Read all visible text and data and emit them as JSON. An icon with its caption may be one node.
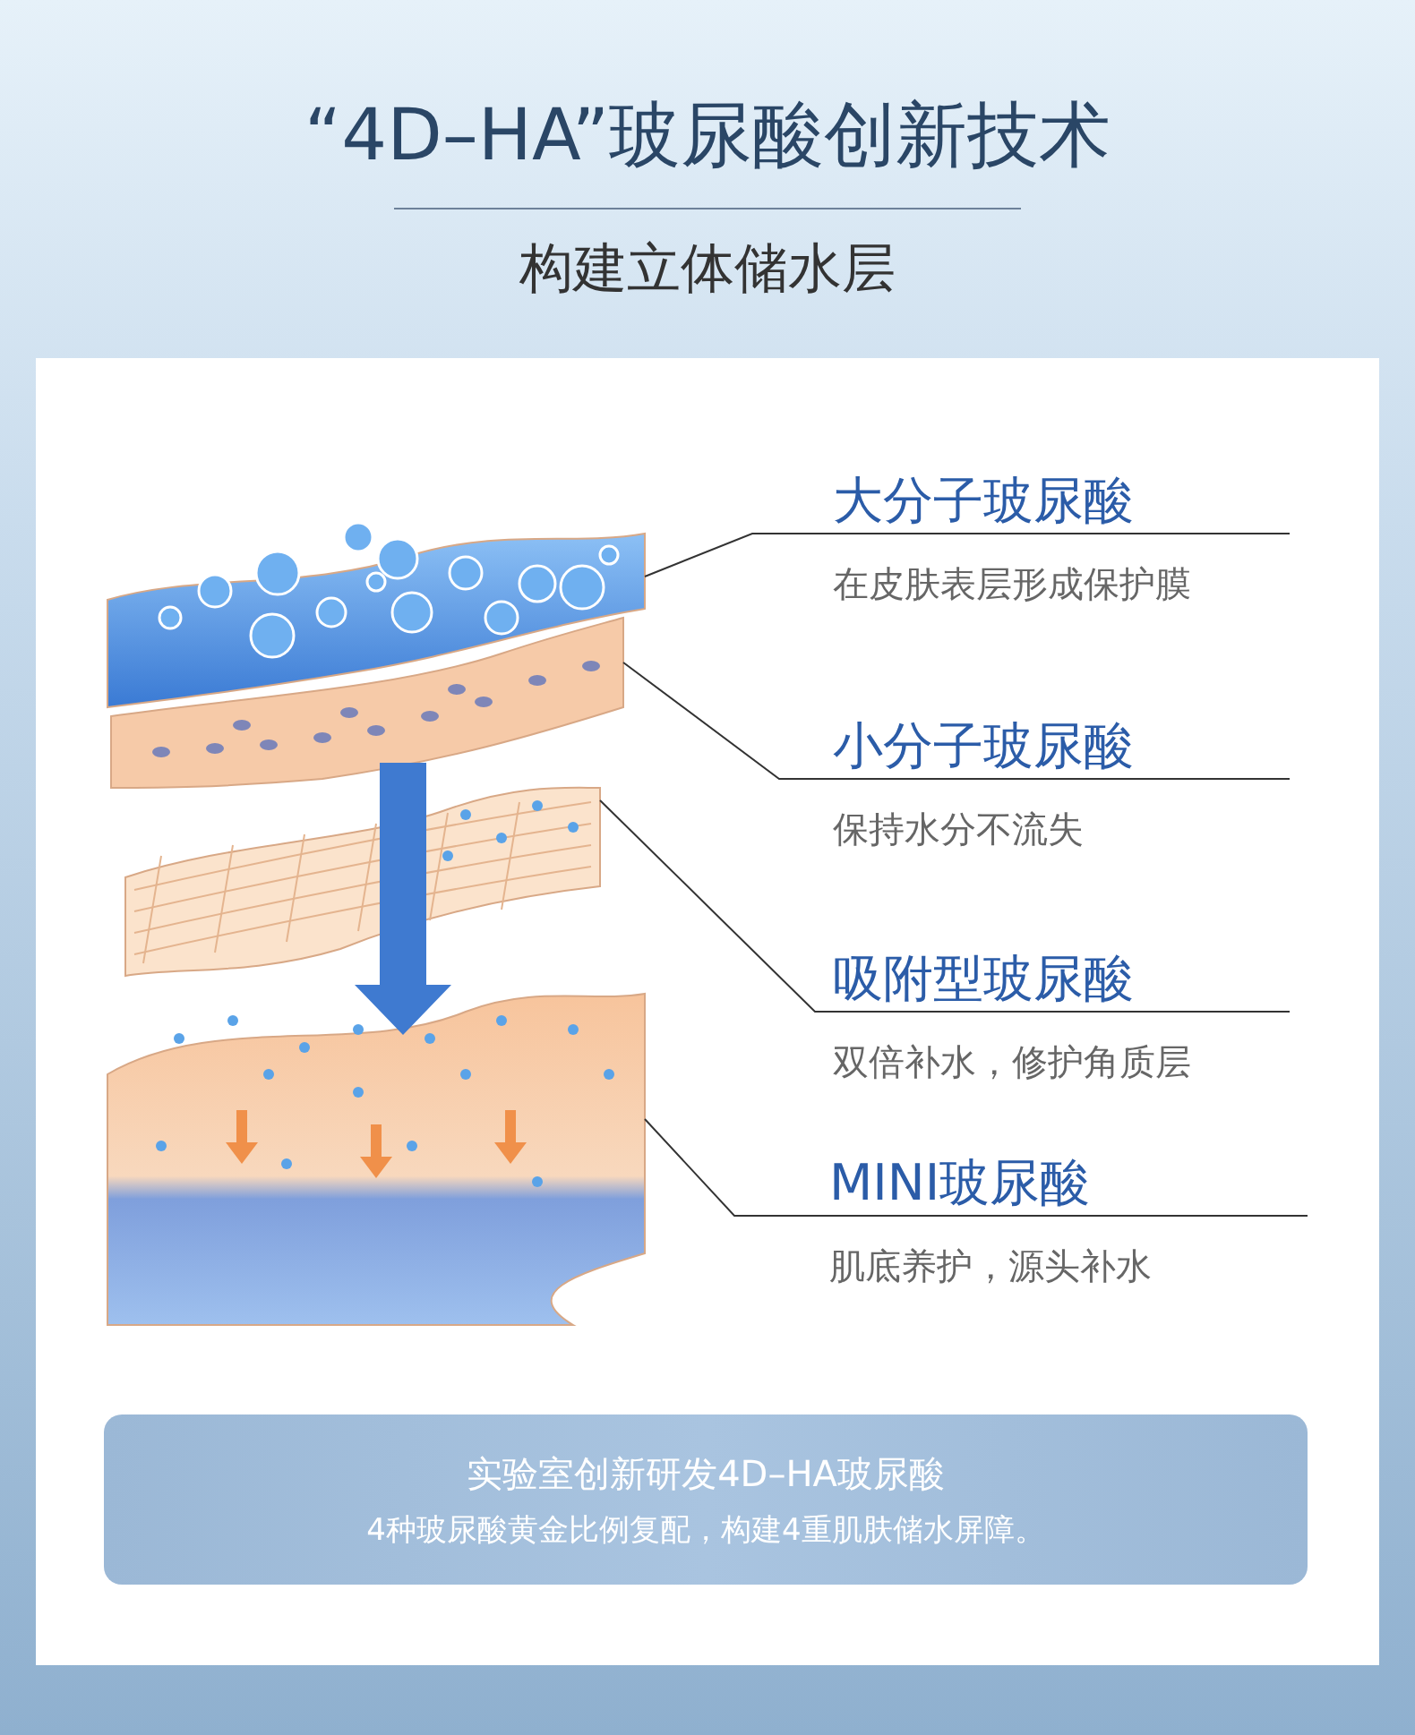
{
  "diagram": {
    "title": "“4D–HA”玻尿酸创新技术",
    "nodes": [
      {
        "text": [
          "大分子玻尿酸",
          "在皮肤表层形成保护膜"
        ]
      },
      {
        "text": [
          "小分子玻尿酸",
          "保持水分不流失"
        ]
      },
      {
        "text": [
          "吸附型玻尿酸",
          "双倍补水，修护角质层"
        ]
      },
      {
        "text": [
          "MINI玻尿酸",
          "肌底养护，源头补水"
        ]
      },
      {
        "text": [],
        "shape": "picture"
      },
      {
        "text": [],
        "shape": "picture"
      },
      {
        "text": [],
        "shape": "picture"
      },
      {
        "text": [],
        "shape": "picture"
      },
      {
        "text": [
          "实验室创新研发4D–HA玻尿酸",
          "4种玻尿酸黄金比例复配，构建4重肌肤储水屏障。"
        ]
      }
    ],
    "edges": [
      {
        "from": 0,
        "to": 4,
        "arrow": "none"
      },
      {
        "from": 1,
        "to": 5,
        "arrow": "none"
      },
      {
        "from": 2,
        "to": 6,
        "arrow": "none"
      },
      {
        "from": 3,
        "to": 7,
        "arrow": "none"
      },
      {
        "from": 5,
        "to": 7,
        "arrow": "to",
        "style": "thick"
      }
    ],
    "labels": [
      "构建立体储水层"
    ]
  }
}
